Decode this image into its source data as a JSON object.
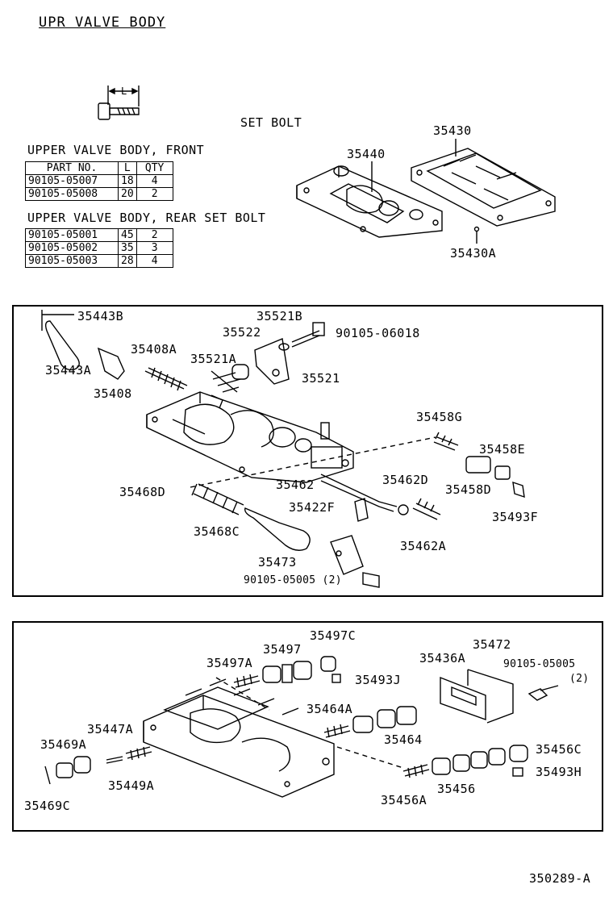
{
  "header": {
    "title": "UPR VALVE BODY",
    "set_bolt": "SET BOLT",
    "dim_label": "L"
  },
  "front_table": {
    "caption": "UPPER VALVE BODY, FRONT",
    "headers": [
      "PART NO.",
      "L",
      "QTY"
    ],
    "rows": [
      [
        "90105-05007",
        "18",
        "4"
      ],
      [
        "90105-05008",
        "20",
        "2"
      ]
    ]
  },
  "rear_table": {
    "caption": "UPPER VALVE BODY, REAR SET BOLT",
    "rows": [
      [
        "90105-05001",
        "45",
        "2"
      ],
      [
        "90105-05002",
        "35",
        "3"
      ],
      [
        "90105-05003",
        "28",
        "4"
      ]
    ]
  },
  "top_parts": [
    "35430",
    "35440",
    "35430A"
  ],
  "panel1": [
    "35443B",
    "35443A",
    "35408",
    "35408A",
    "35521B",
    "90105-06018",
    "35522",
    "35521A",
    "35521",
    "35458G",
    "35458E",
    "35458D",
    "35493F",
    "35468D",
    "35462",
    "35462D",
    "35422F",
    "35468C",
    "35462A",
    "35473",
    "90105-05005 (2)"
  ],
  "panel2": [
    "35497C",
    "35497",
    "35497A",
    "35493J",
    "35472",
    "35436A",
    "90105-05005",
    "(2)",
    "35464A",
    "35464",
    "35447A",
    "35469A",
    "35456C",
    "35493H",
    "35449A",
    "35456",
    "35456A",
    "35469C"
  ],
  "footer": {
    "code": "350289-A"
  }
}
